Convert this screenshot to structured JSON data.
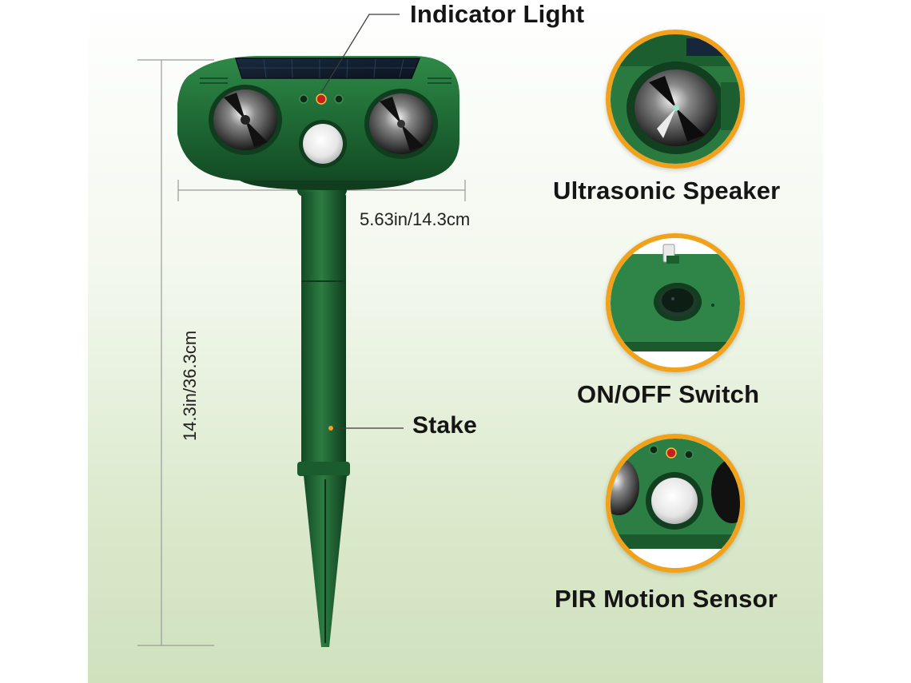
{
  "labels": {
    "indicator_light": "Indicator Light",
    "stake": "Stake",
    "ultrasonic_speaker": "Ultrasonic Speaker",
    "on_off_switch": "ON/OFF Switch",
    "pir_motion_sensor": "PIR Motion Sensor"
  },
  "dimensions": {
    "width": "5.63in/14.3cm",
    "height": "14.3in/36.3cm"
  },
  "colors": {
    "device_green": "#1f6b35",
    "accent_ring": "#f1a21a",
    "indicator_red": "#c81e1e"
  }
}
